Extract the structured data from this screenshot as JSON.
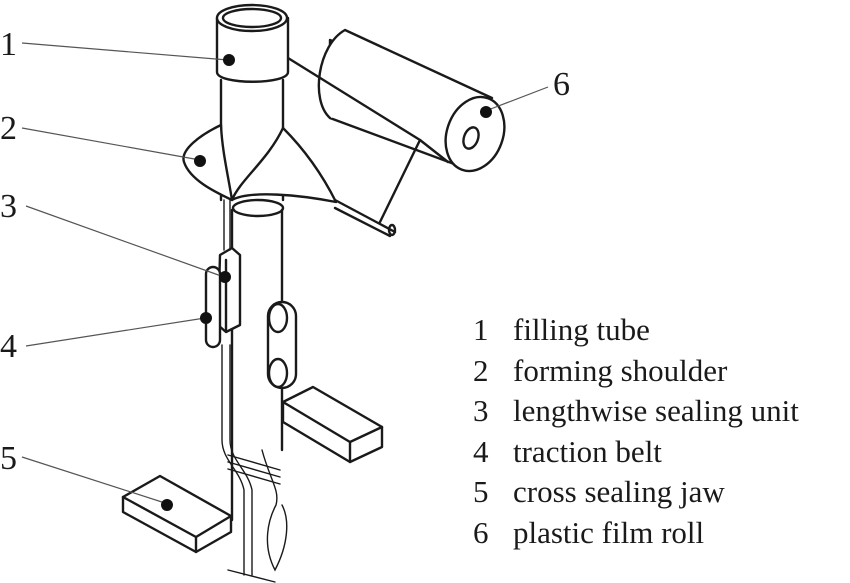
{
  "diagram": {
    "callouts": [
      "1",
      "2",
      "3",
      "4",
      "5",
      "6"
    ],
    "legend": [
      {
        "number": "1",
        "label": "filling tube"
      },
      {
        "number": "2",
        "label": "forming shoulder"
      },
      {
        "number": "3",
        "label": "lengthwise sealing unit"
      },
      {
        "number": "4",
        "label": "traction belt"
      },
      {
        "number": "5",
        "label": "cross sealing jaw"
      },
      {
        "number": "6",
        "label": "plastic film roll"
      }
    ]
  }
}
